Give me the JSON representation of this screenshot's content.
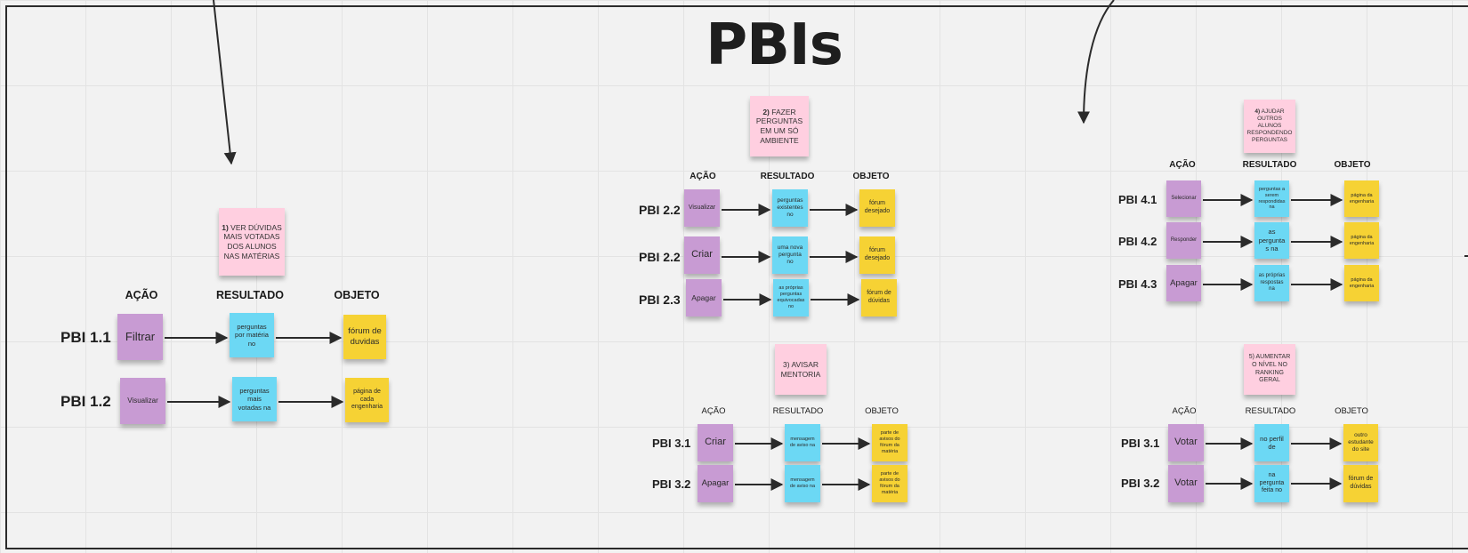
{
  "board": {
    "title": "PBIs",
    "colors": {
      "pink": "#ffcfe0",
      "purple": "#c89bd3",
      "cyan": "#6cd8f4",
      "yellow": "#f6d234",
      "arrow": "#2b2b2b"
    }
  },
  "groups": [
    {
      "id": "g1",
      "goal": {
        "num": "1)",
        "text": "VER DÚVIDAS MAIS VOTADAS DOS ALUNOS NAS MATÉRIAS"
      },
      "headers": {
        "acao": "AÇÃO",
        "resultado": "RESULTADO",
        "objeto": "OBJETO"
      },
      "rows": [
        {
          "pbi": "PBI 1.1",
          "acao": "Filtrar",
          "resultado": "perguntas por matéria no",
          "objeto": "fórum de duvidas"
        },
        {
          "pbi": "PBI 1.2",
          "acao": "Visualizar",
          "resultado": "perguntas mais votadas na",
          "objeto": "página de cada engenharia"
        }
      ]
    },
    {
      "id": "g2",
      "goal": {
        "num": "2)",
        "text": "FAZER PERGUNTAS EM UM SÓ AMBIENTE"
      },
      "headers": {
        "acao": "AÇÃO",
        "resultado": "RESULTADO",
        "objeto": "OBJETO"
      },
      "rows": [
        {
          "pbi": "PBI 2.2",
          "acao": "Visualizar",
          "resultado": "perguntas existentes no",
          "objeto": "fórum desejado"
        },
        {
          "pbi": "PBI 2.2",
          "acao": "Criar",
          "resultado": "uma nova pergunta no",
          "objeto": "fórum desejado"
        },
        {
          "pbi": "PBI 2.3",
          "acao": "Apagar",
          "resultado": "as próprias perguntas equivocadas no",
          "objeto": "fórum de dúvidas"
        }
      ]
    },
    {
      "id": "g3",
      "goal": {
        "num": "",
        "text": "3) AVISAR MENTORIA"
      },
      "headers": {
        "acao": "AÇÃO",
        "resultado": "RESULTADO",
        "objeto": "OBJETO"
      },
      "rows": [
        {
          "pbi": "PBI 3.1",
          "acao": "Criar",
          "resultado": "mensagem de aviso na",
          "objeto": "parte de avisos do fórum da matéria"
        },
        {
          "pbi": "PBI 3.2",
          "acao": "Apagar",
          "resultado": "mensagem de aviso na",
          "objeto": "parte de avisos do fórum da matéria"
        }
      ]
    },
    {
      "id": "g4",
      "goal": {
        "num": "4)",
        "text": "AJUDAR OUTROS ALUNOS RESPONDENDO PERGUNTAS"
      },
      "headers": {
        "acao": "AÇÃO",
        "resultado": "RESULTADO",
        "objeto": "OBJETO"
      },
      "rows": [
        {
          "pbi": "PBI 4.1",
          "acao": "Selecionar",
          "resultado": "perguntas a serem respondidas na",
          "objeto": "página da engenharia"
        },
        {
          "pbi": "PBI 4.2",
          "acao": "Responder",
          "resultado": "as perguntas na",
          "objeto": "página da engenharia"
        },
        {
          "pbi": "PBI 4.3",
          "acao": "Apagar",
          "resultado": "as próprias respostas na",
          "objeto": "página da engenharia"
        }
      ]
    },
    {
      "id": "g5",
      "goal": {
        "num": "",
        "text": "5) AUMENTAR O NÍVEL NO RANKING GERAL"
      },
      "headers": {
        "acao": "AÇÃO",
        "resultado": "RESULTADO",
        "objeto": "OBJETO"
      },
      "rows": [
        {
          "pbi": "PBI 3.1",
          "acao": "Votar",
          "resultado": "no perfil de",
          "objeto": "outro estudante do site"
        },
        {
          "pbi": "PBI 3.2",
          "acao": "Votar",
          "resultado": "na pergunta feita no",
          "objeto": "fórum de dúvidas"
        }
      ]
    }
  ]
}
